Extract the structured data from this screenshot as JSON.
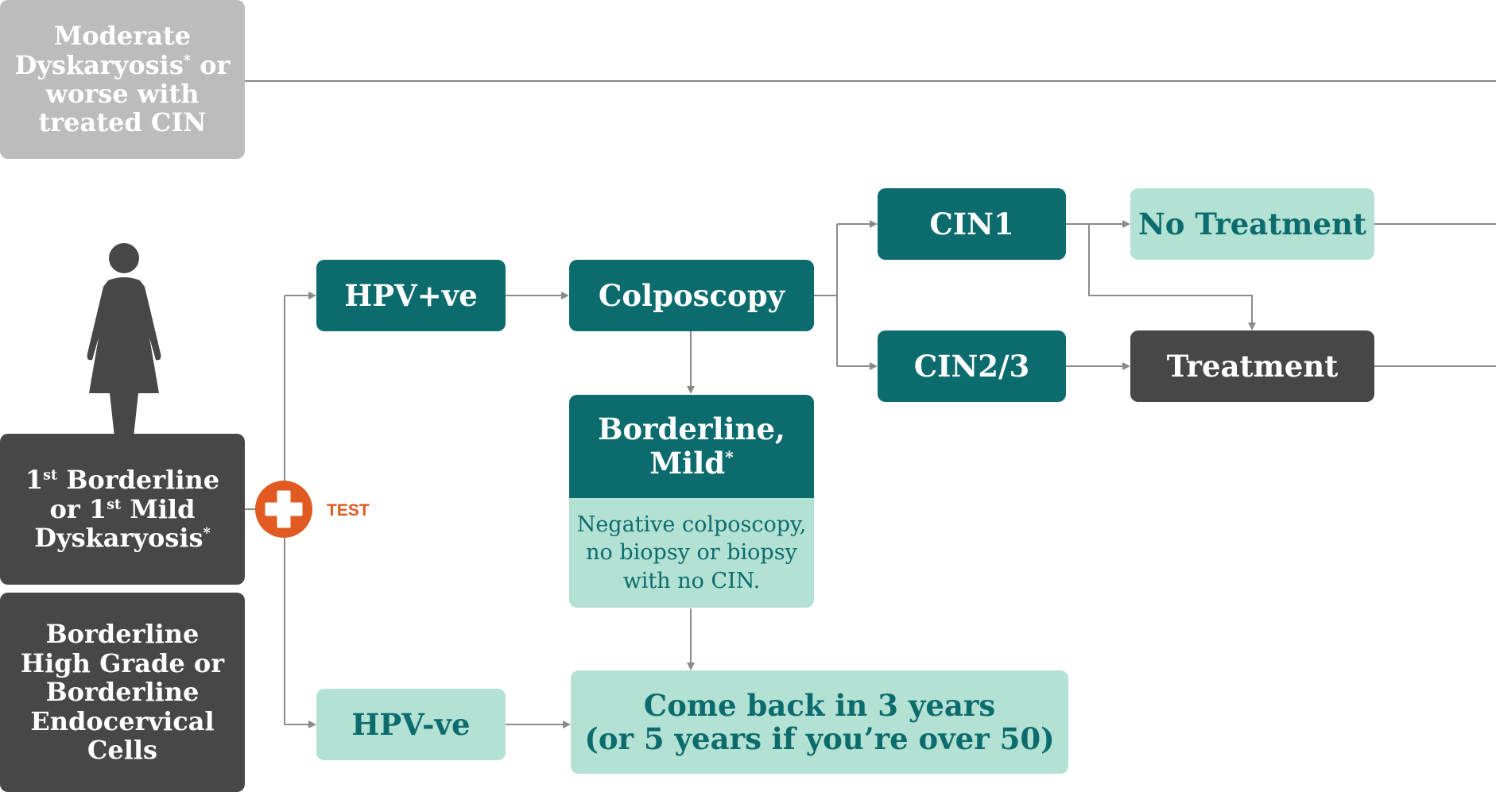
{
  "diagram": {
    "nodes": {
      "moderate": {
        "line1": "Moderate",
        "line2": "Dyskaryosis",
        "star": "*",
        "line2b": " or",
        "line3": "worse with",
        "line4": "treated CIN"
      },
      "first_borderline": {
        "p1": "1",
        "sup1": "st",
        "p2": " Borderline",
        "p3": "or 1",
        "sup2": "st",
        "p4": " Mild",
        "p5": "Dyskaryosis",
        "star": "*"
      },
      "borderline_high": {
        "line1": "Borderline",
        "line2": "High Grade or",
        "line3": "Borderline",
        "line4": "Endocervical",
        "line5": "Cells"
      },
      "hpv_pos": "HPV+ve",
      "hpv_neg": "HPV-ve",
      "colposcopy": "Colposcopy",
      "borderline_mild": {
        "line1": "Borderline,",
        "line2": "Mild",
        "star": "*"
      },
      "negative_colposcopy": {
        "line1": "Negative colposcopy,",
        "line2": "no biopsy or biopsy",
        "line3": "with no CIN."
      },
      "cin1": "CIN1",
      "cin23": "CIN2/3",
      "no_treatment": "No Treatment",
      "treatment": "Treatment",
      "come_back": {
        "line1": "Come back in 3 years",
        "line2": "(or 5 years if you’re over 50)"
      }
    },
    "test_label": "TEST",
    "icons": {
      "person": "woman-icon",
      "test": "plus-icon"
    },
    "colors": {
      "teal": "#0c6c6d",
      "mint": "#b3e1d3",
      "dark": "#474747",
      "grey": "#bcbcbc",
      "orange": "#e05a22",
      "line": "#8a8a8a"
    }
  }
}
